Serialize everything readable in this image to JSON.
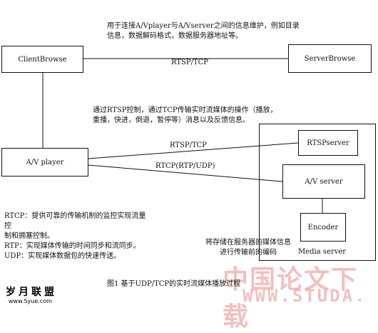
{
  "top_note": "用于连接A/Vplayer与A/Vserver之间的信息维护，例如目录\n信息，数据解码格式，数据服务器地址等。",
  "nodes": {
    "client_browse": "ClientBrowse",
    "server_browse": "ServerBrowse",
    "av_player": "A/V player",
    "rtsp_server": "RTSPserver",
    "av_server": "A/V server",
    "encoder": "Encoder",
    "media_server": "Media server"
  },
  "edges": {
    "browse_link": "RTSP/TCP",
    "rtsp_link": "RTSP/TCP",
    "rtcp_link": "RTCP(RTP/UDP)"
  },
  "mid_note": "通过RTSP控制，通过TCP传输实时流媒体的操作（播放，\n重播，快进，倒退，暂停等）消息以及反馈信息。",
  "legend_note": "RTCP：提供可靠的传输机制的监控实现流量控\n制和拥塞控制。\nRTP：实现媒体传输的时间同步和流同步。\nUDP：实现媒体数据包的快速传送。",
  "server_note": "将存储在服务器的媒体信息\n进行传输前的编码",
  "caption": "图1 基于UDP/TCP的实时流媒体播放过程",
  "watermark": {
    "chinese": "中国论文下载",
    "english": "WWW.STUDA.",
    "corner_cn": "岁月联盟",
    "corner_en": "www.Syue.com"
  }
}
